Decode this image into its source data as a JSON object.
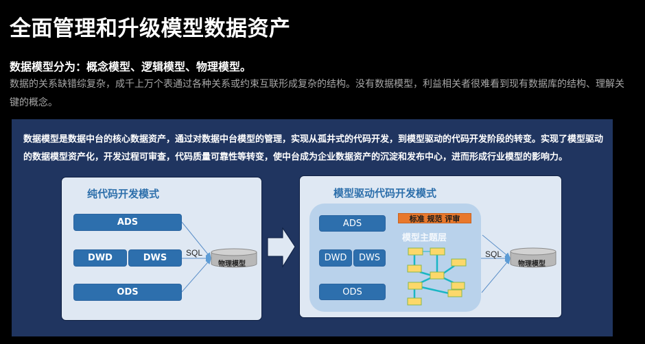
{
  "header": {
    "title": "全面管理和升级模型数据资产",
    "subheading": "数据模型分为：概念模型、逻辑模型、物理模型。",
    "description": "数据的关系缺错综复杂，成千上万个表通过各种关系或约束互联形成复杂的结构。没有数据模型，利益相关者很难看到现有数据库的结构、理解关键的概念。"
  },
  "panel": {
    "text": "数据模型是数据中台的核心数据资产，通过对数据中台模型的管理，实现从孤井式的代码开发，到模型驱动的代码开发阶段的转变。实现了模型驱动的数据模型资产化，开发过程可审查，代码质量可靠性等转变，使中台成为企业数据资产的沉淀和发布中心，进而形成行业模型的影响力。",
    "background_color": "#203560"
  },
  "left_diagram": {
    "title": "纯代码开发模式",
    "layers": {
      "top": "ADS",
      "mid_left": "DWD",
      "mid_right": "DWS",
      "bottom": "ODS"
    },
    "connector_label": "SQL",
    "target": "物理模型"
  },
  "arrow": {
    "icon": "right-arrow-icon"
  },
  "right_diagram": {
    "title": "模型驱动代码开发模式",
    "layers": {
      "top": "ADS",
      "mid_left": "DWD",
      "mid_right": "DWS",
      "bottom": "ODS"
    },
    "standards_label": "标准 规范 评审",
    "theme_layer_label": "模型主题层",
    "connector_label": "SQL",
    "target": "物理模型",
    "colors": {
      "bar": "#2d6fad",
      "standards": "#e8782c",
      "node": "#fcd86a",
      "edge": "#19b6c4"
    }
  }
}
